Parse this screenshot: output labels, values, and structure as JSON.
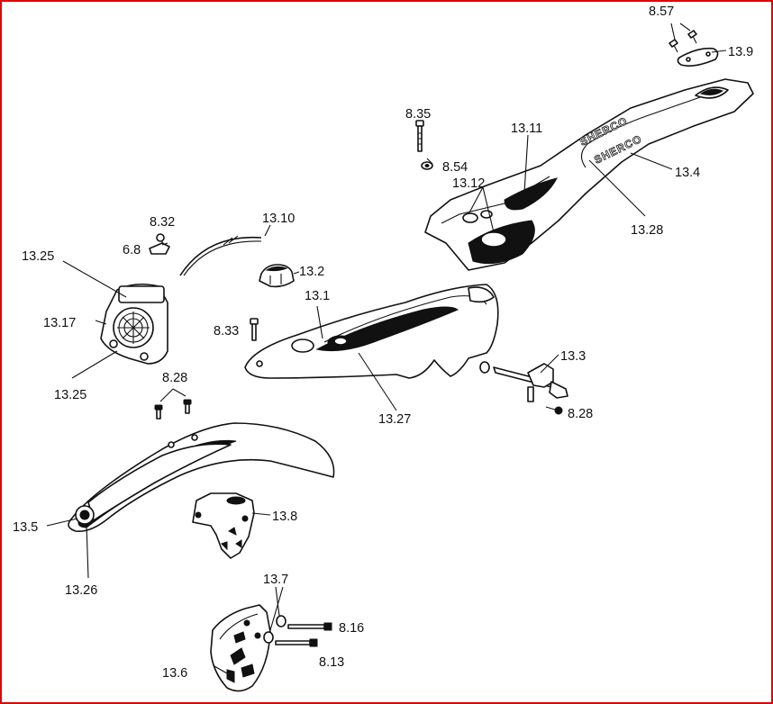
{
  "border_color": "#e00000",
  "brand_text": "SHERCO",
  "labels": {
    "l857": "8.57",
    "l139": "13.9",
    "l835": "8.35",
    "l854": "8.54",
    "l1311": "13.11",
    "l1312": "13.12",
    "l134": "13.4",
    "l1328": "13.28",
    "l832": "8.32",
    "l68": "6.8",
    "l1310": "13.10",
    "l1325a": "13.25",
    "l132": "13.2",
    "l131": "13.1",
    "l1317": "13.17",
    "l833": "8.33",
    "l133": "13.3",
    "l1325b": "13.25",
    "l1327": "13.27",
    "l828a": "8.28",
    "l828b": "8.28",
    "l135": "13.5",
    "l138": "13.8",
    "l1326": "13.26",
    "l137": "13.7",
    "l816": "8.16",
    "l136": "13.6",
    "l813": "8.13"
  }
}
